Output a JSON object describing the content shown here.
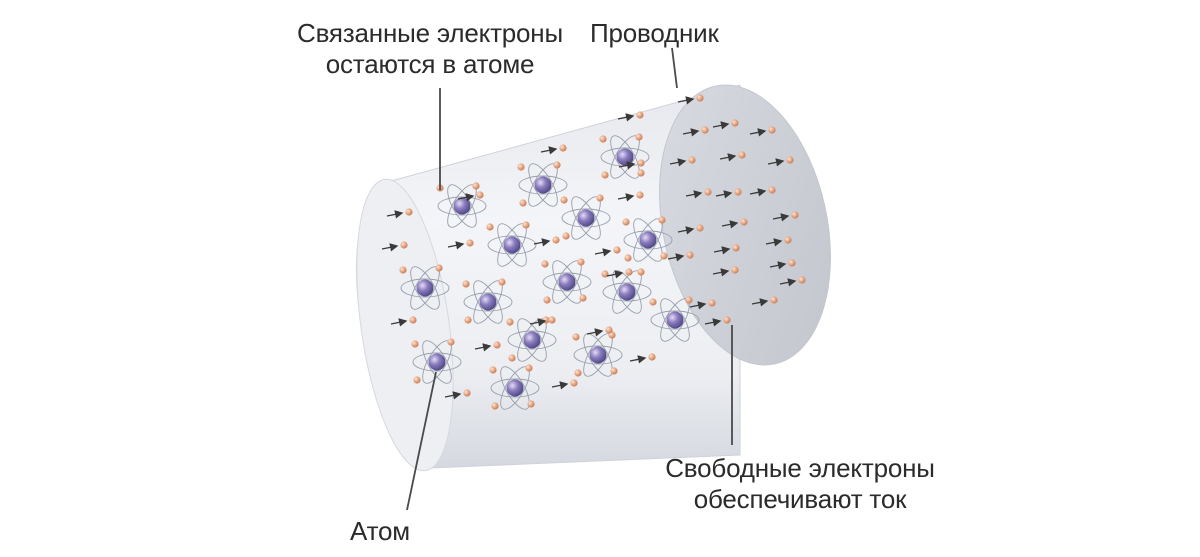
{
  "labels": {
    "bound_electrons_line1": "Связанные электроны",
    "bound_electrons_line2": "остаются в атоме",
    "conductor": "Проводник",
    "free_electrons_line1": "Свободные электроны",
    "free_electrons_line2": "обеспечивают ток",
    "atom": "Атом"
  },
  "colors": {
    "cylinder_light": "#f3f4f7",
    "cylinder_shade": "#d4d7de",
    "end_face": "#c9ccd3",
    "nucleus": "#7b6cae",
    "electron": "#e6a583",
    "arrow": "#3a3a3a",
    "leader_line": "#4a4a4a"
  }
}
